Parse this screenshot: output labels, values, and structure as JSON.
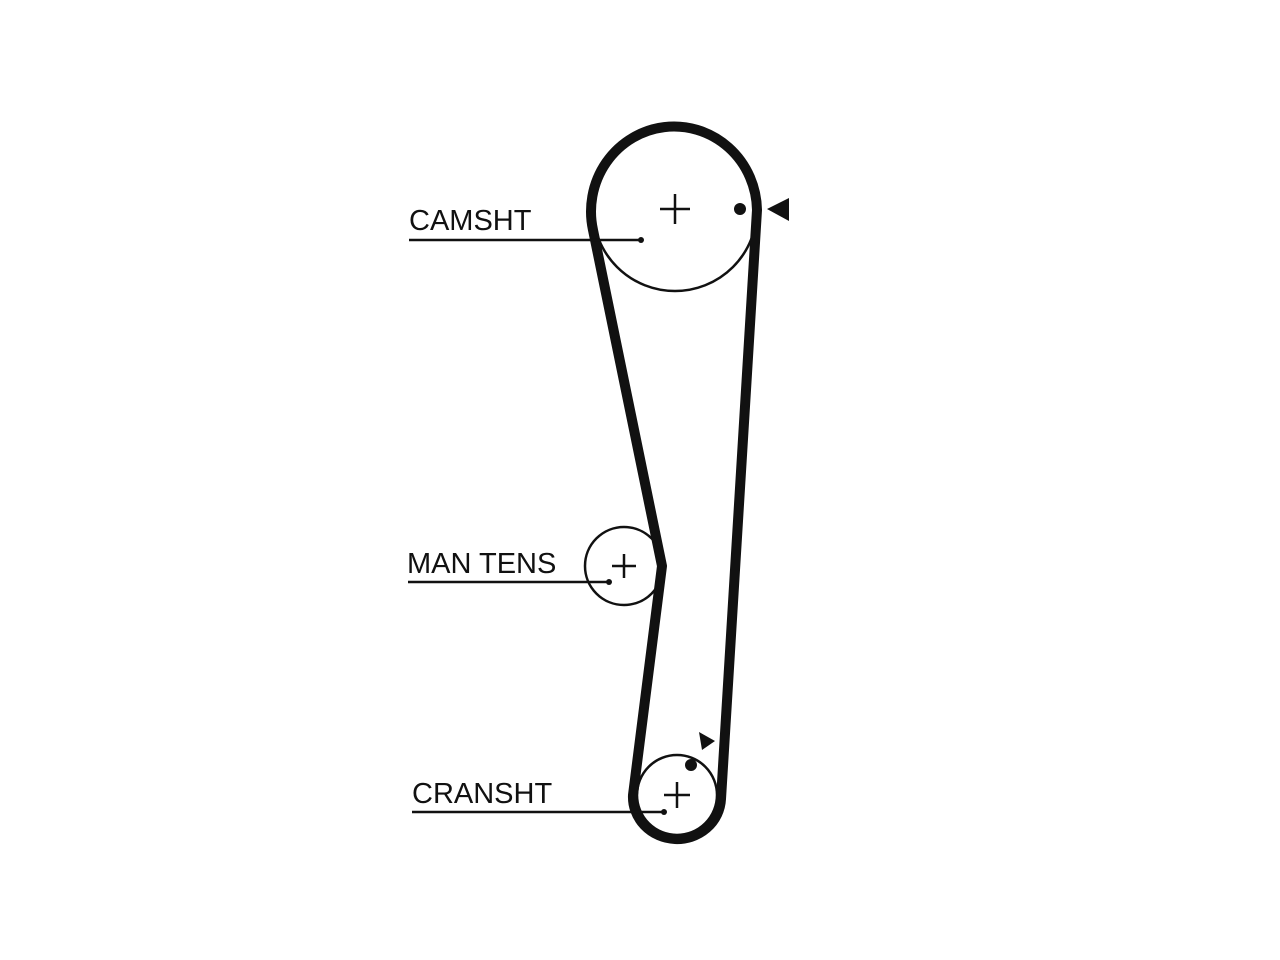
{
  "labels": {
    "camshaft": "CAMSHT",
    "tensioner": "MAN TENS",
    "crankshaft": "CRANSHT"
  },
  "colors": {
    "line": "#111111",
    "background": "#ffffff"
  },
  "icons": {
    "pulley_center": "plus-mark",
    "timing_mark": "dot",
    "timing_pointer": "triangle"
  }
}
